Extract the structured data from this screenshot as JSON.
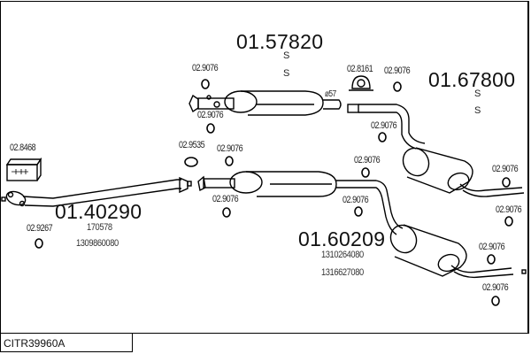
{
  "diagram": {
    "title": "Exhaust system parts diagram",
    "vehicle_code": "CITR39960A",
    "assemblies": [
      {
        "part": "01.57820",
        "notes": [
          "S",
          "S"
        ],
        "pipe_diameter": "ø57"
      },
      {
        "part": "01.67800",
        "notes": [
          "S",
          "S"
        ]
      },
      {
        "part": "01.40290",
        "oem": [
          "170578",
          "1309860080"
        ]
      },
      {
        "part": "01.60209",
        "oem": [
          "1310264080",
          "1316627080"
        ]
      }
    ],
    "accessories": {
      "clamp_top_left_1": "02.9076",
      "clamp_top_left_2": "02.9076",
      "hanger_02_8161": "02.8161",
      "clamp_top_right_1": "02.9076",
      "clamp_right_mid": "02.9076",
      "gasket_02_9535": "02.9535",
      "clamp_mid_1": "02.9076",
      "clamp_mid_2": "02.9076",
      "clamp_mid_3": "02.9076",
      "clamp_mid_4": "02.9076",
      "mount_kit": "02.8468",
      "gasket_front": "02.9267",
      "clamp_rear_1": "02.9076",
      "clamp_rear_2": "02.9076",
      "clamp_rear_3": "02.9076",
      "clamp_rear_4": "02.9076"
    }
  }
}
